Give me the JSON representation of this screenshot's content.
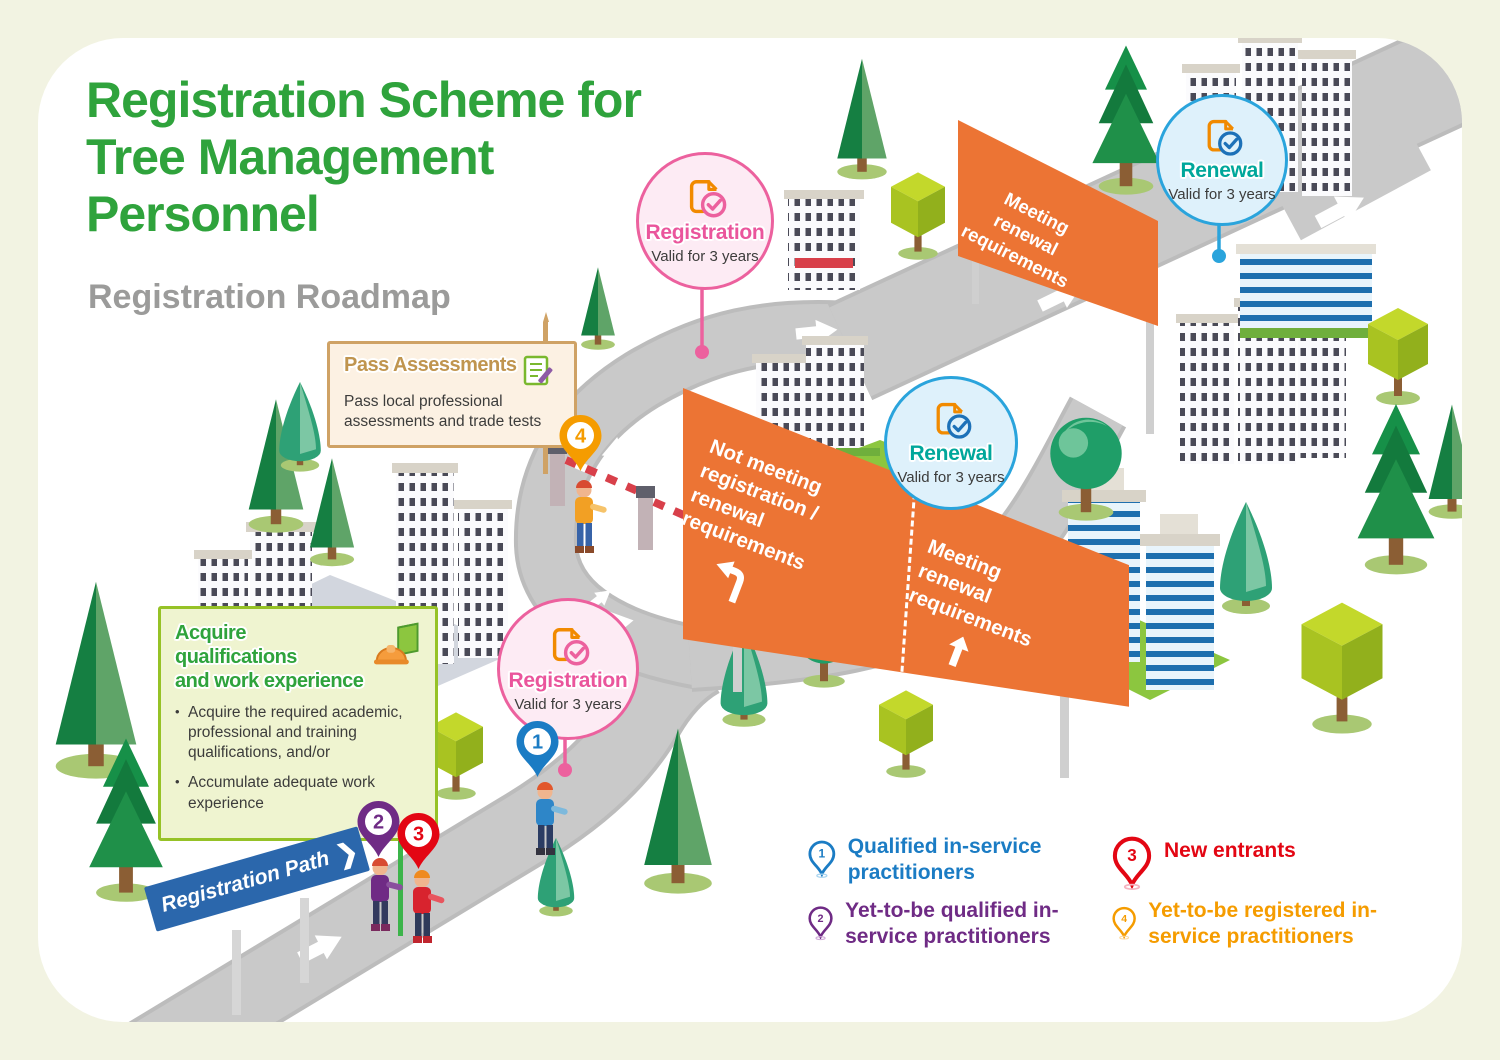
{
  "header": {
    "title_lines": [
      "Registration Scheme for",
      "Tree Management",
      "Personnel"
    ],
    "subtitle": "Registration Roadmap"
  },
  "steps": {
    "pass": {
      "title": "Pass Assessments",
      "body": "Pass local professional assessments and trade tests"
    },
    "acquire": {
      "title_line1": "Acquire qualifications",
      "title_line2": "and work experience",
      "bullet1": "Acquire the required academic, professional and training qualifications, and/or",
      "bullet2": "Accumulate adequate work experience"
    }
  },
  "road_signs": {
    "registration_path": "Registration Path",
    "top_line1": "Meeting",
    "top_line2": "renewal requirements",
    "big_left_line1": "Not meeting",
    "big_left_line2": "registration /",
    "big_left_line3": "renewal",
    "big_left_line4": "requirements",
    "big_right_line1": "Meeting",
    "big_right_line2": "renewal",
    "big_right_line3": "requirements"
  },
  "badges": {
    "registration_label": "Registration",
    "renewal_label": "Renewal",
    "validity": "Valid for 3 years"
  },
  "markers": {
    "m1": "1",
    "m2": "2",
    "m3": "3",
    "m4": "4"
  },
  "legend": {
    "item1": {
      "num": "1",
      "label": "Qualified in-service practitioners"
    },
    "item2": {
      "num": "2",
      "label": "Yet-to-be qualified in-service practitioners"
    },
    "item3": {
      "num": "3",
      "label": "New entrants"
    },
    "item4": {
      "num": "4",
      "label": "Yet-to-be registered in-service practitioners"
    }
  },
  "colors": {
    "title_green": "#2fa33c",
    "subtitle_gray": "#9b9b9a",
    "road_gray": "#c9c9c9",
    "orange_sign": "#ec7434",
    "pink": "#ec619e",
    "blue": "#2aa4dc",
    "teal": "#00a79b",
    "legend_blue": "#1b7cc4",
    "legend_purple": "#6f2b85",
    "legend_red": "#e30613",
    "legend_orange": "#f59c00",
    "path_sign_blue": "#2b67ac"
  }
}
